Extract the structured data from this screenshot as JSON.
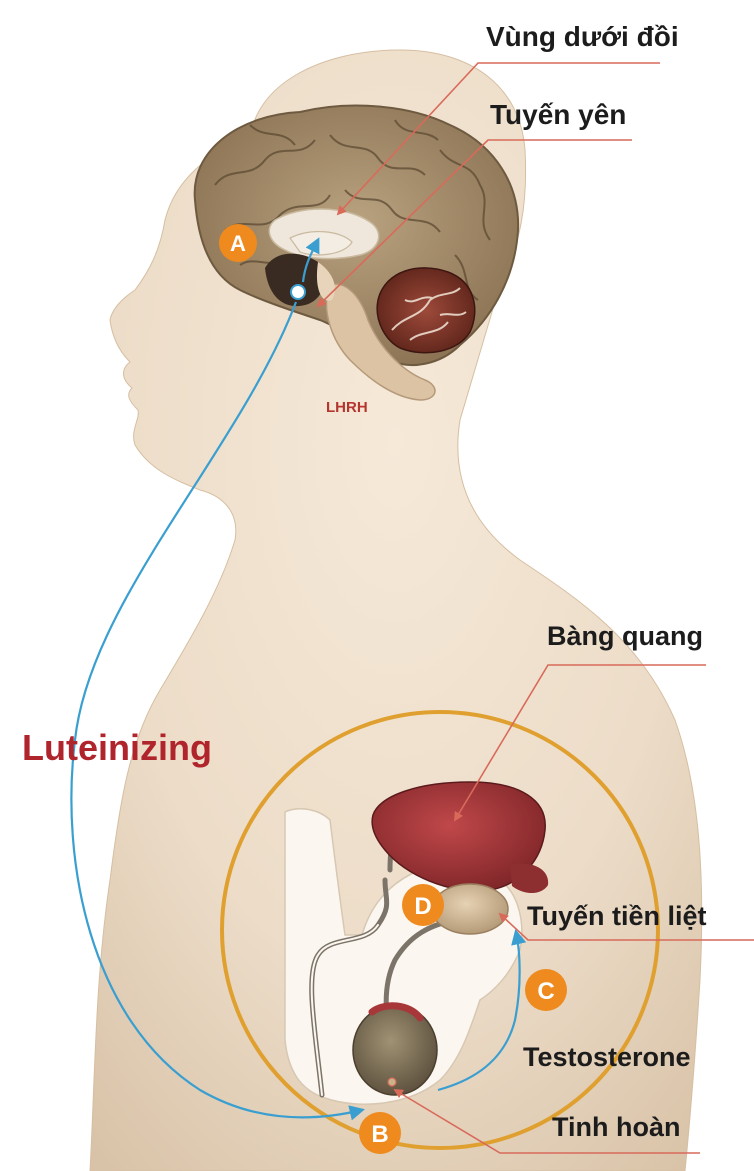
{
  "labels": {
    "hypothalamus": "Vùng dưới đồi",
    "pituitary": "Tuyến yên",
    "lhrh": "LHRH",
    "luteinizing": "Luteinizing",
    "bladder": "Bàng quang",
    "prostate": "Tuyến tiền liệt",
    "testosterone": "Testosterone",
    "testis": "Tinh hoàn"
  },
  "badges": {
    "a": "A",
    "b": "B",
    "c": "C",
    "d": "D"
  },
  "colors": {
    "skin": "#ecdcc8",
    "leader_line": "#d96a5a",
    "pathway_arrow": "#3a9fd0",
    "badge": "#ee8a1e",
    "ring": "#e0a030",
    "luteinizing_text": "#b0242b",
    "bladder": "#a8373a",
    "brain": "#a8906e"
  }
}
